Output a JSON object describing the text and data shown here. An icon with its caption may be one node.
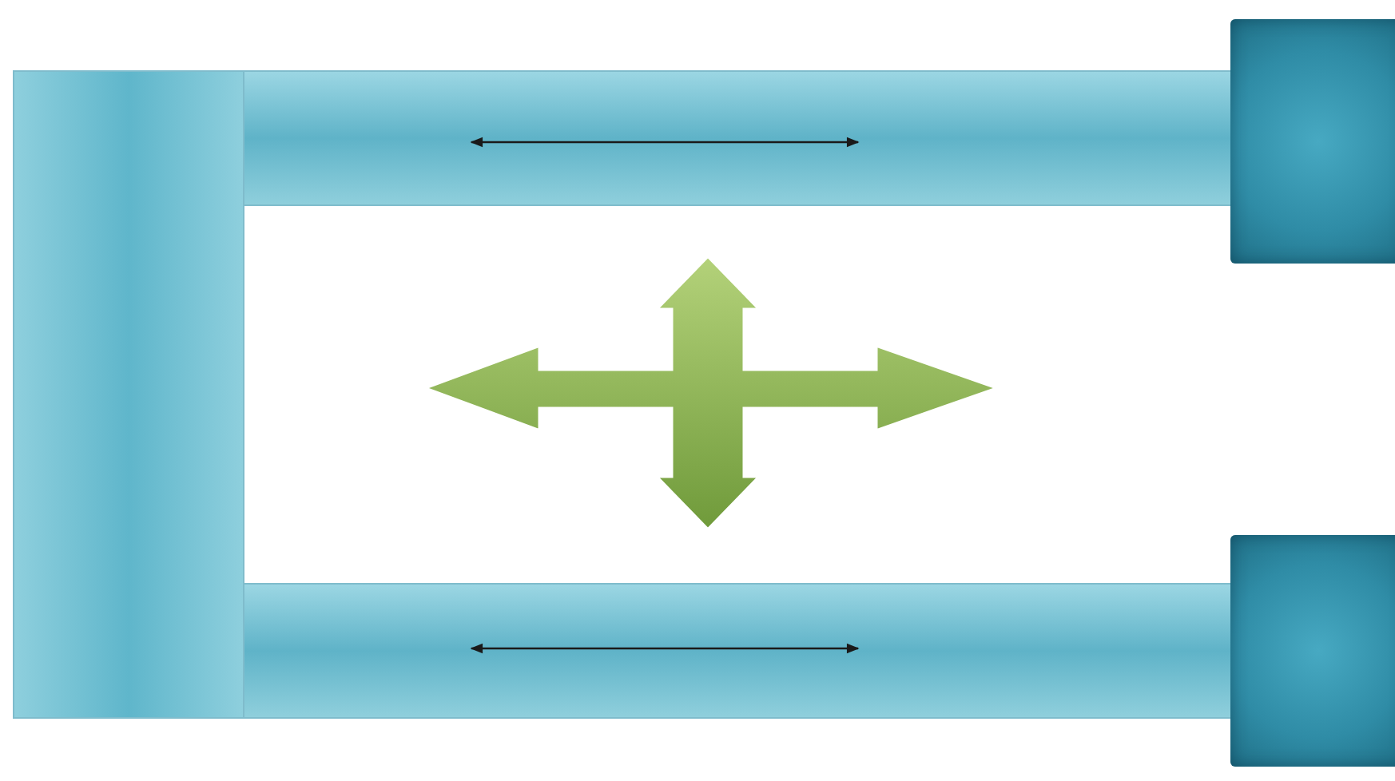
{
  "diagram": {
    "nodes": [
      {
        "text": [],
        "shape": "bar"
      },
      {
        "text": [],
        "shape": "bar"
      },
      {
        "text": [],
        "shape": "bar"
      },
      {
        "text": [],
        "shape": "box"
      },
      {
        "text": [],
        "shape": "box"
      }
    ]
  }
}
